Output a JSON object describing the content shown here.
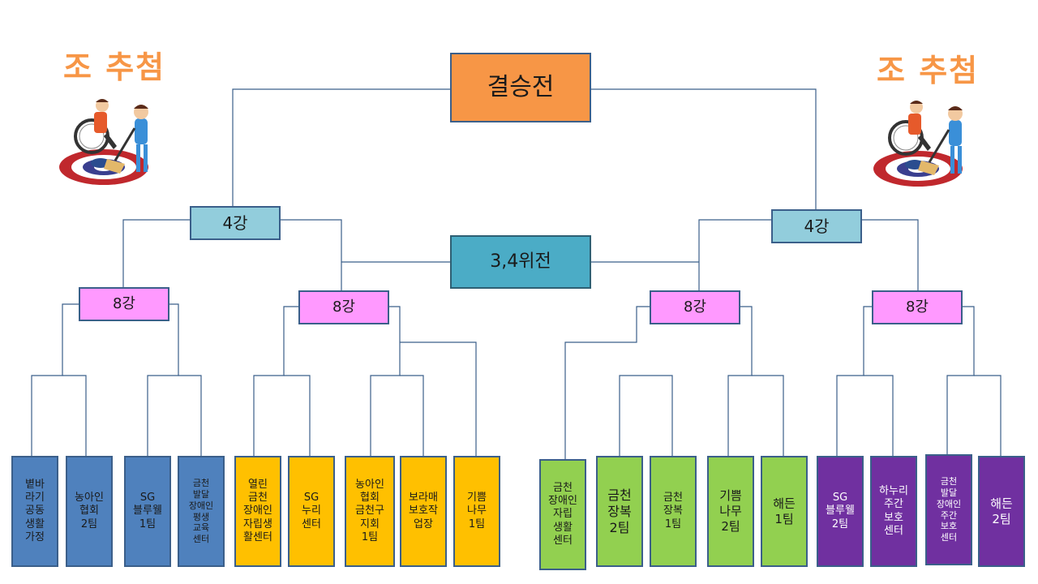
{
  "draw_label_left": "조 추첨",
  "draw_label_right": "조 추첨",
  "final": "결승전",
  "third_place": "3,4위전",
  "semifinals": [
    "4강",
    "4강"
  ],
  "quarterfinals": [
    "8강",
    "8강",
    "8강",
    "8강"
  ],
  "teams": [
    "볕바\n라기\n공동\n생활\n가정",
    "농아인\n협회\n2팀",
    "SG\n블루웰\n1팀",
    "금천\n발달\n장애인\n평생\n교육\n센터",
    "열린\n금천\n장애인\n자립생\n활센터",
    "SG\n누리\n센터",
    "농아인\n협회\n금천구\n지회\n1팀",
    "보라매\n보호작\n업장",
    "기쁨\n나무\n1팀",
    "금천\n장애인\n자립\n생활\n센터",
    "금천\n장복\n2팀",
    "금천\n장복\n1팀",
    "기쁨\n나무\n2팀",
    "해든\n1팀",
    "SG\n블루웰\n2팀",
    "하누리\n주간\n보호\n센터",
    "금천\n발달\n장애인\n주간\n보호\n센터",
    "해든\n2팀"
  ],
  "colors": {
    "line": "#3b5f8a",
    "final": "#f79646",
    "third": "#4bacc6",
    "semi": "#92cddc",
    "qf": "#ff99ff",
    "blue": "#4f81bd",
    "yellow": "#ffc000",
    "green": "#92d050",
    "purple": "#7030a0"
  }
}
